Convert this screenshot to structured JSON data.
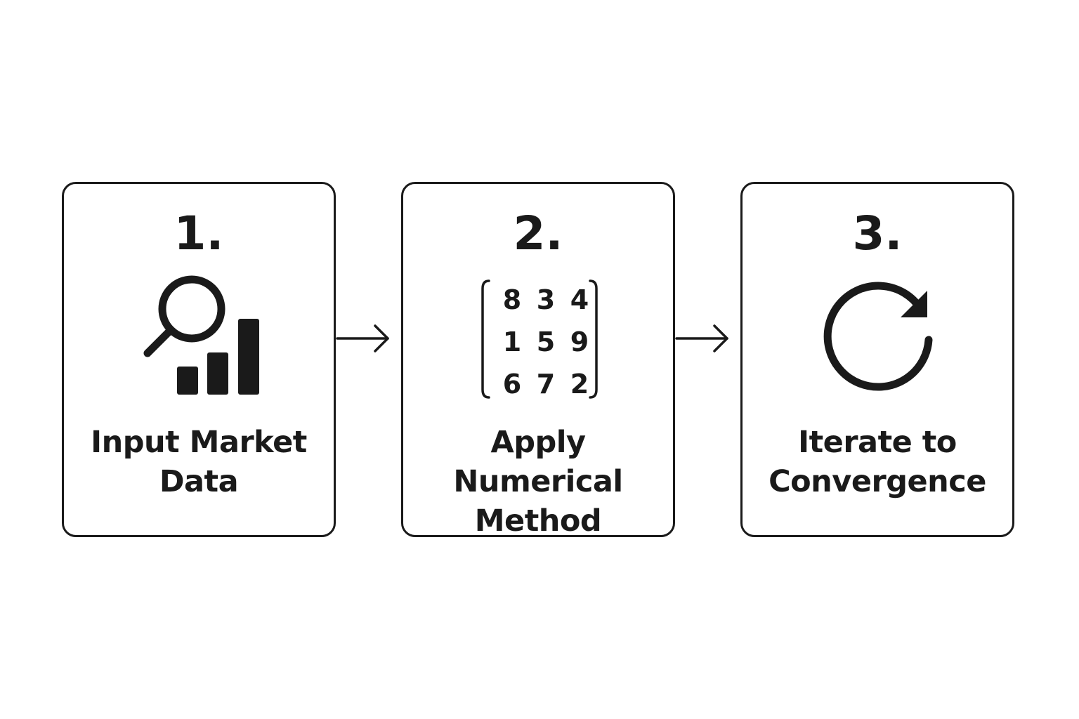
{
  "steps": [
    {
      "number": "1.",
      "label": "Input Market\nData",
      "icon": "magnifier-bar-chart-icon"
    },
    {
      "number": "2.",
      "label": "Apply\nNumerical\nMethod",
      "icon": "matrix-icon",
      "matrix": [
        [
          "8",
          "3",
          "4"
        ],
        [
          "1",
          "5",
          "9"
        ],
        [
          "6",
          "7",
          "2"
        ]
      ]
    },
    {
      "number": "3.",
      "label": "Iterate to\nConvergence",
      "icon": "refresh-icon"
    }
  ],
  "colors": {
    "stroke": "#1a1a1a",
    "background": "#ffffff"
  }
}
